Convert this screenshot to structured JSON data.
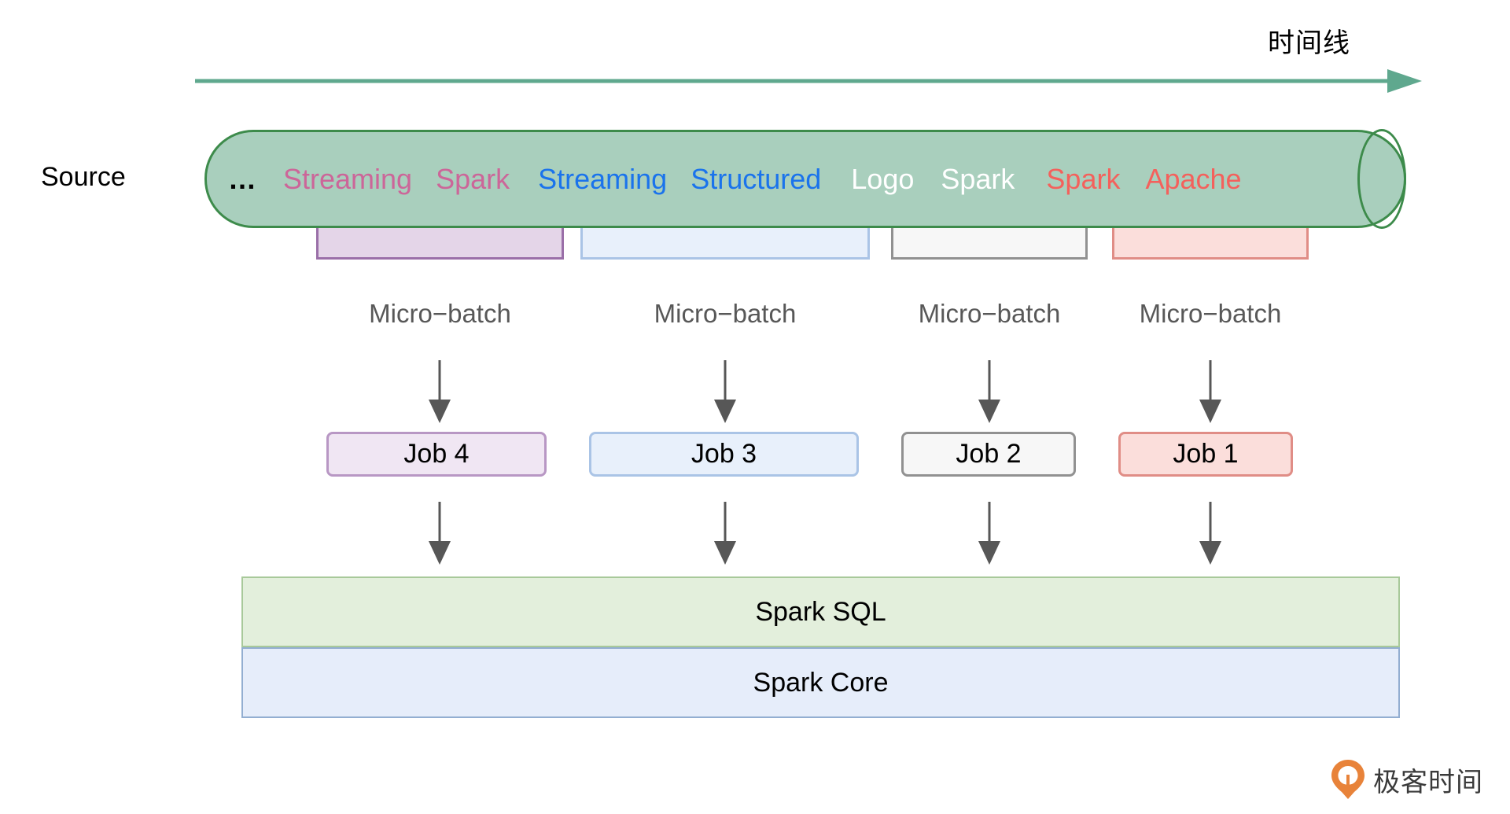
{
  "timeline": {
    "label": "时间线",
    "arrow_color": "#5fa88e"
  },
  "source": {
    "label": "Source",
    "cylinder_fill": "#a9cfbd",
    "cylinder_stroke": "#3d8b4b",
    "words": [
      {
        "text": "…",
        "color": "#000000",
        "name": "ellipsis"
      },
      {
        "text": "Streaming",
        "color": "#cc6699",
        "name": "streaming-pink"
      },
      {
        "text": "Spark",
        "color": "#cc6699",
        "name": "spark-pink"
      },
      {
        "text": "Streaming",
        "color": "#1a73ec",
        "name": "streaming-blue"
      },
      {
        "text": "Structured",
        "color": "#1a73ec",
        "name": "structured-blue"
      },
      {
        "text": "Logo",
        "color": "#ffffff",
        "name": "logo-white"
      },
      {
        "text": "Spark",
        "color": "#ffffff",
        "name": "spark-white"
      },
      {
        "text": "Spark",
        "color": "#f4615c",
        "name": "spark-red"
      },
      {
        "text": "Apache",
        "color": "#f4615c",
        "name": "apache-red"
      }
    ]
  },
  "microbatches": [
    {
      "label": "Micro−batch",
      "fill": "#e4d5e8",
      "stroke": "#9a6fa8",
      "job": {
        "label": "Job 4",
        "fill": "#f0e6f3",
        "stroke": "#b897c4"
      }
    },
    {
      "label": "Micro−batch",
      "fill": "#e8f0fb",
      "stroke": "#aac4e6",
      "job": {
        "label": "Job 3",
        "fill": "#e8f0fb",
        "stroke": "#aac4e6"
      }
    },
    {
      "label": "Micro−batch",
      "fill": "#f7f7f7",
      "stroke": "#919191",
      "job": {
        "label": "Job 2",
        "fill": "#f7f7f7",
        "stroke": "#919191"
      }
    },
    {
      "label": "Micro−batch",
      "fill": "#fbdedb",
      "stroke": "#e08d86",
      "job": {
        "label": "Job 1",
        "fill": "#fbdedb",
        "stroke": "#e08d86"
      }
    }
  ],
  "stack": [
    {
      "label": "Spark SQL",
      "fill": "#e3efdc",
      "stroke": "#a8c99a"
    },
    {
      "label": "Spark Core",
      "fill": "#e6edfa",
      "stroke": "#93aed1"
    }
  ],
  "arrow_color": "#575757",
  "logo": {
    "text": "极客时间",
    "mark_color": "#e8833a"
  }
}
